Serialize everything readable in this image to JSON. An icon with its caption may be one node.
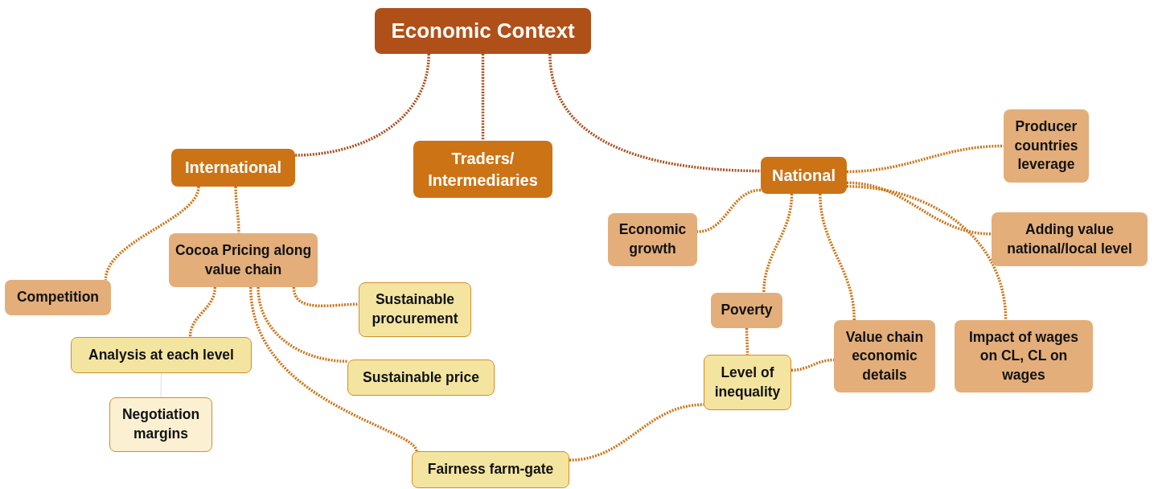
{
  "diagram": {
    "nodes": [
      {
        "text": [
          "Economic Context"
        ]
      },
      {
        "text": [
          "International"
        ]
      },
      {
        "text": [
          "Traders/ Intermediaries"
        ]
      },
      {
        "text": [
          "National"
        ]
      },
      {
        "text": [
          "Competition"
        ]
      },
      {
        "text": [
          "Cocoa Pricing along value chain"
        ]
      },
      {
        "text": [
          "Sustainable procurement"
        ]
      },
      {
        "text": [
          "Analysis at each level"
        ]
      },
      {
        "text": [
          "Negotiation margins"
        ]
      },
      {
        "text": [
          "Sustainable price"
        ]
      },
      {
        "text": [
          "Fairness farm-gate"
        ]
      },
      {
        "text": [
          "Producer countries leverage"
        ]
      },
      {
        "text": [
          "Economic growth"
        ]
      },
      {
        "text": [
          "Adding value national/local level"
        ]
      },
      {
        "text": [
          "Poverty"
        ]
      },
      {
        "text": [
          "Value chain economic details"
        ]
      },
      {
        "text": [
          "Impact of wages on CL, CL on wages"
        ]
      },
      {
        "text": [
          "Level of inequality"
        ]
      }
    ],
    "edges": [
      {
        "from": 0,
        "to": 1,
        "arrow": "none",
        "style": "dashed",
        "color": "#a84f1e"
      },
      {
        "from": 0,
        "to": 2,
        "arrow": "none",
        "style": "dashed",
        "color": "#a84f1e"
      },
      {
        "from": 0,
        "to": 3,
        "arrow": "none",
        "style": "dashed",
        "color": "#a84f1e"
      },
      {
        "from": 1,
        "to": 4,
        "arrow": "none",
        "style": "dashed"
      },
      {
        "from": 1,
        "to": 5,
        "arrow": "none",
        "style": "dashed"
      },
      {
        "from": 5,
        "to": 7,
        "arrow": "none",
        "style": "dashed"
      },
      {
        "from": 7,
        "to": 8,
        "arrow": "none",
        "color": "#dddddd"
      },
      {
        "from": 5,
        "to": 6,
        "arrow": "none",
        "style": "dashed"
      },
      {
        "from": 5,
        "to": 9,
        "arrow": "none",
        "style": "dashed"
      },
      {
        "from": 5,
        "to": 10,
        "arrow": "none",
        "style": "dashed"
      },
      {
        "from": 10,
        "to": 17,
        "arrow": "none",
        "style": "dashed"
      },
      {
        "from": 3,
        "to": 12,
        "arrow": "none",
        "style": "dashed"
      },
      {
        "from": 3,
        "to": 14,
        "arrow": "none",
        "style": "dashed"
      },
      {
        "from": 3,
        "to": 15,
        "arrow": "none",
        "style": "dashed"
      },
      {
        "from": 3,
        "to": 16,
        "arrow": "none",
        "style": "dashed"
      },
      {
        "from": 3,
        "to": 13,
        "arrow": "none",
        "style": "dashed"
      },
      {
        "from": 3,
        "to": 11,
        "arrow": "none",
        "style": "dashed"
      },
      {
        "from": 14,
        "to": 17,
        "arrow": "none",
        "style": "dashed"
      },
      {
        "from": 17,
        "to": 15,
        "arrow": "none",
        "style": "dashed"
      }
    ]
  }
}
